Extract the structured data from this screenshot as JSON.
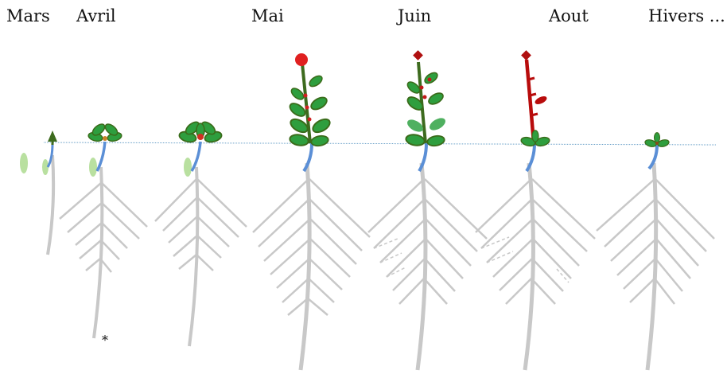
{
  "labels": {
    "mars": "Mars",
    "avril": "Avril",
    "mai": "Mai",
    "juin": "Juin",
    "aout": "Aout",
    "hivers": "Hivers ..."
  },
  "note": "*",
  "colors": {
    "ground_line": "#6aa0c8",
    "root": "#c8c8c8",
    "hypocotyl": "#5b8fd6",
    "leaf": "#2e9e3e",
    "leaf_edge": "#3a6b1a",
    "stem": "#3d6b1e",
    "flower_red": "#e02020",
    "dry_stem": "#b80c0c",
    "seed": "#b9e0a0"
  }
}
